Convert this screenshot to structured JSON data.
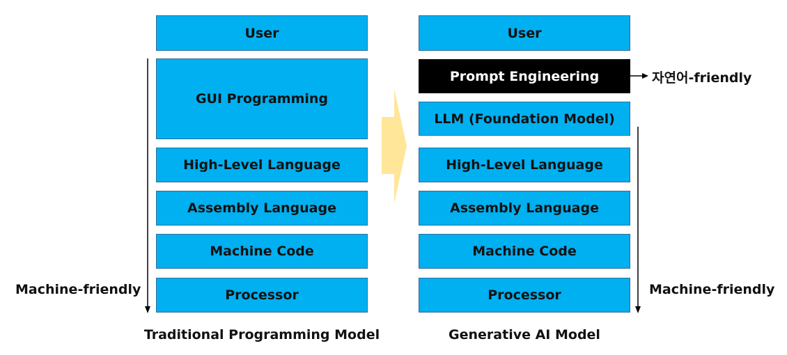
{
  "left_stack": {
    "caption": "Traditional Programming Model",
    "layers": [
      "User",
      "GUI Programming",
      "High-Level Language",
      "Assembly Language",
      "Machine Code",
      "Processor"
    ],
    "side_label": "Machine-friendly"
  },
  "right_stack": {
    "caption": "Generative AI Model",
    "layers": [
      "User",
      "Prompt Engineering",
      "LLM (Foundation Model)",
      "High-Level Language",
      "Assembly Language",
      "Machine Code",
      "Processor"
    ],
    "highlight_label": "자연어-friendly",
    "side_label": "Machine-friendly"
  },
  "colors": {
    "layer_fill": "#00b0f0",
    "highlight_fill": "#000000",
    "transition_arrow": "#ffe699"
  }
}
